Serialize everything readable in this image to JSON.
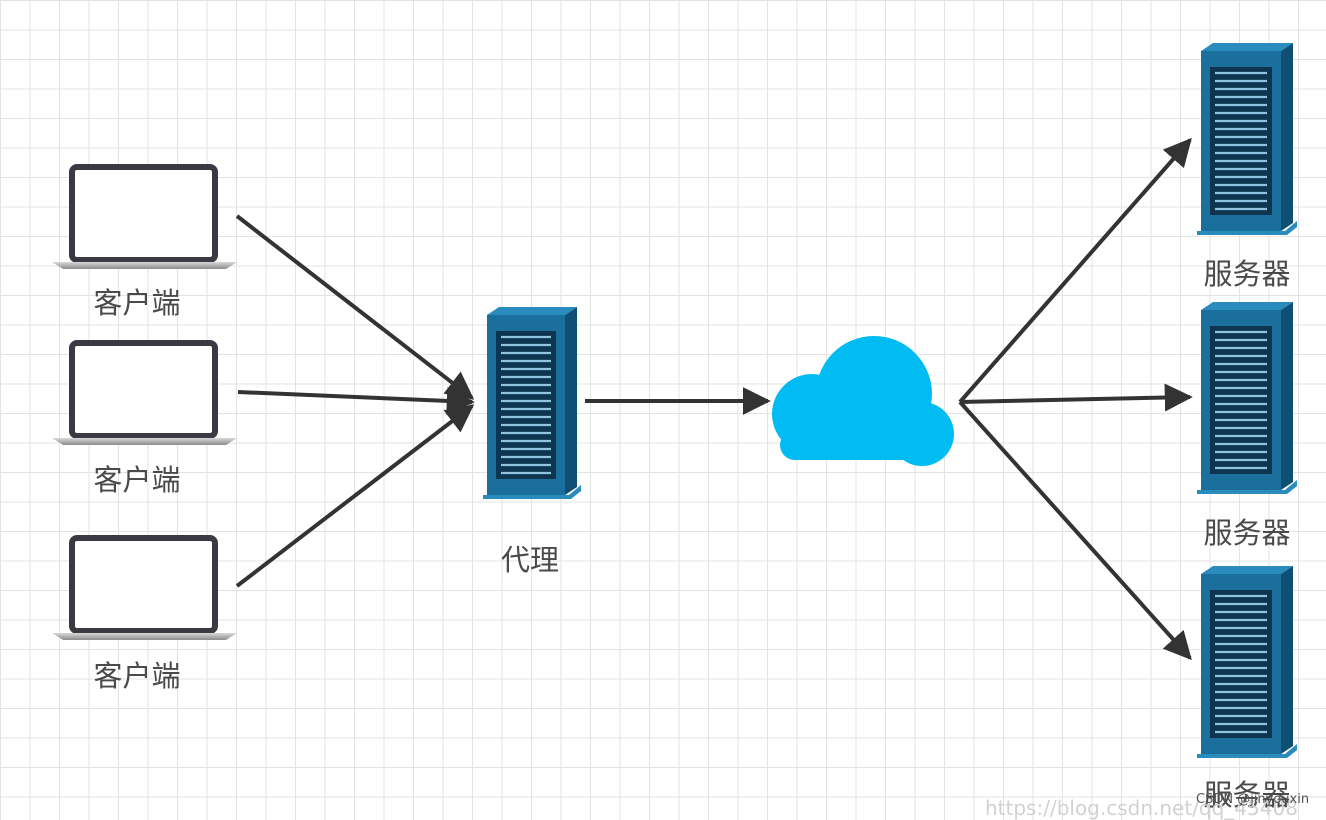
{
  "nodes": {
    "clients": [
      {
        "label": "客户端"
      },
      {
        "label": "客户端"
      },
      {
        "label": "客户端"
      }
    ],
    "proxy": {
      "label": "代理"
    },
    "cloud": {
      "label": ""
    },
    "servers": [
      {
        "label": "服务器"
      },
      {
        "label": "服务器"
      },
      {
        "label": "服务器"
      }
    ]
  },
  "edges": [
    {
      "from": "客户端-1",
      "to": "代理"
    },
    {
      "from": "客户端-2",
      "to": "代理"
    },
    {
      "from": "客户端-3",
      "to": "代理"
    },
    {
      "from": "代理",
      "to": "cloud"
    },
    {
      "from": "cloud",
      "to": "服务器-1"
    },
    {
      "from": "cloud",
      "to": "服务器-2"
    },
    {
      "from": "cloud",
      "to": "服务器-3"
    }
  ],
  "watermarks": {
    "url": "https://blog.csdn.net/qq_45408",
    "credit": "CSDN @jinyouxin"
  },
  "colors": {
    "grid": "#e3e3e3",
    "server_main": "#1a6f9c",
    "server_dark": "#0f4f73",
    "cloud": "#00bcf2",
    "laptop_frame": "#3a3a42",
    "edge": "#333333",
    "label": "#4a4a4a"
  }
}
